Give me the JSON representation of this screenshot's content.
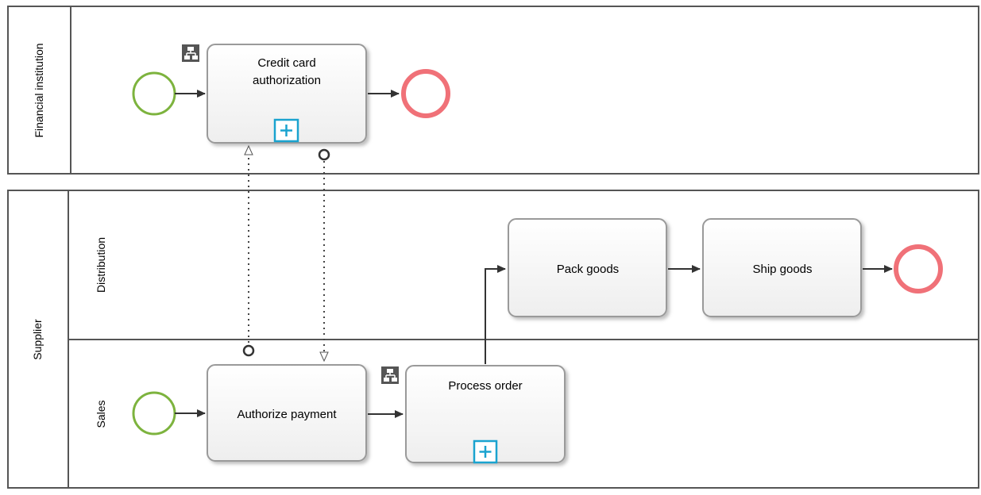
{
  "pools": [
    {
      "id": "financial",
      "label": "Financial institution",
      "lanes": []
    },
    {
      "id": "supplier",
      "label": "Supplier",
      "lanes": [
        "Distribution",
        "Sales"
      ]
    }
  ],
  "tasks": {
    "credit_card_authorization": {
      "lines": [
        "Credit card",
        "authorization"
      ],
      "type": "subprocess"
    },
    "pack_goods": {
      "lines": [
        "Pack goods"
      ],
      "type": "task"
    },
    "ship_goods": {
      "lines": [
        "Ship goods"
      ],
      "type": "task"
    },
    "authorize_payment": {
      "lines": [
        "Authorize payment"
      ],
      "type": "task"
    },
    "process_order": {
      "lines": [
        "Process order"
      ],
      "type": "subprocess"
    }
  },
  "colors": {
    "start_event": "#7db33e",
    "end_event": "#f07178",
    "subprocess_marker": "#1aa3cf",
    "border": "#555555",
    "connector": "#333333"
  }
}
